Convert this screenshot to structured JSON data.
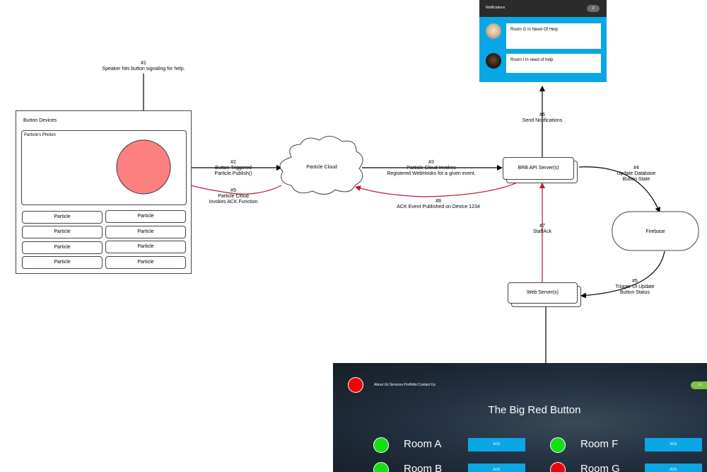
{
  "colors": {
    "red_arrow": "#c0152f",
    "black_arrow": "#000000",
    "speaker_button": "#fd8080",
    "notif_blue": "#0aa7e6",
    "green": "#11e011",
    "red": "#f40009"
  },
  "steps": {
    "s1": {
      "num": "#1",
      "text": "Speaker hits button signaling for help."
    },
    "s2": {
      "num": "#2",
      "line1": "Button Triggered",
      "line2": "Particle.Publish()"
    },
    "s9": {
      "num": "#9",
      "line1": "Particle Cloud",
      "line2": "Invokes ACK Function"
    },
    "s3": {
      "num": "#3",
      "line1": "Particle Cloud Invokes",
      "line2": "Registered WebHooks for a given event."
    },
    "s8": {
      "num": "#8",
      "text": "ACK Event Published on Device 1234"
    },
    "s6": {
      "num": "#6",
      "text": "Send Notifications"
    },
    "s4": {
      "num": "#4",
      "line1": "Update Database",
      "line2": "Button State"
    },
    "s7": {
      "num": "#7",
      "text": "StaffAck"
    },
    "s5": {
      "num": "#5",
      "line1": "Trigger UI Update",
      "line2": "Button Status"
    }
  },
  "devices": {
    "title": "Button Devices",
    "photon_label": "Particle's Photon",
    "particles": [
      "Particle",
      "Particle",
      "Particle",
      "Particle",
      "Particle",
      "Particle",
      "Particle",
      "Particle"
    ]
  },
  "nodes": {
    "cloud": "Particle Cloud",
    "api": "BRB API Server(s)",
    "web": "Web Server(s)",
    "firebase": "Firebase"
  },
  "notifications": {
    "title": "Notifications",
    "count": "2",
    "items": [
      {
        "text": "Room G In Need Of Help",
        "avatar": "blonde-person-avatar"
      },
      {
        "text": "Room I in need of help.",
        "avatar": "dark-person-avatar"
      }
    ]
  },
  "app": {
    "nav": "About Us Services Portfolio Contact Us",
    "login": "Lo",
    "title": "The Big Red Button",
    "ack_label": "ACK",
    "rooms": [
      {
        "name": "Room A",
        "status": "green"
      },
      {
        "name": "Room F",
        "status": "green"
      },
      {
        "name": "Room B",
        "status": "green"
      },
      {
        "name": "Room G",
        "status": "red"
      }
    ]
  }
}
